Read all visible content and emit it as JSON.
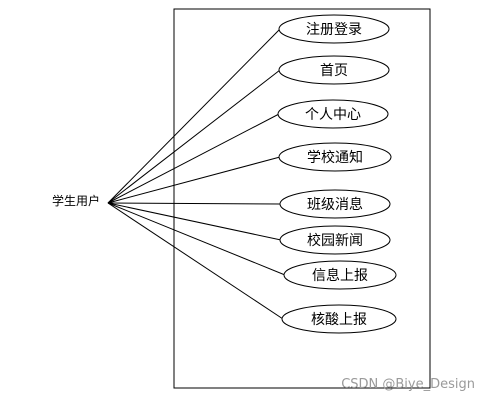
{
  "actor": {
    "label": "学生用户"
  },
  "use_cases": [
    {
      "label": "注册登录"
    },
    {
      "label": "首页"
    },
    {
      "label": "个人中心"
    },
    {
      "label": "学校通知"
    },
    {
      "label": "班级消息"
    },
    {
      "label": "校园新闻"
    },
    {
      "label": "信息上报"
    },
    {
      "label": "核酸上报"
    }
  ],
  "watermark": "CSDN @Biye_Design",
  "colors": {
    "stroke": "#000000",
    "text": "#000000",
    "watermark": "#9a9a9a"
  }
}
